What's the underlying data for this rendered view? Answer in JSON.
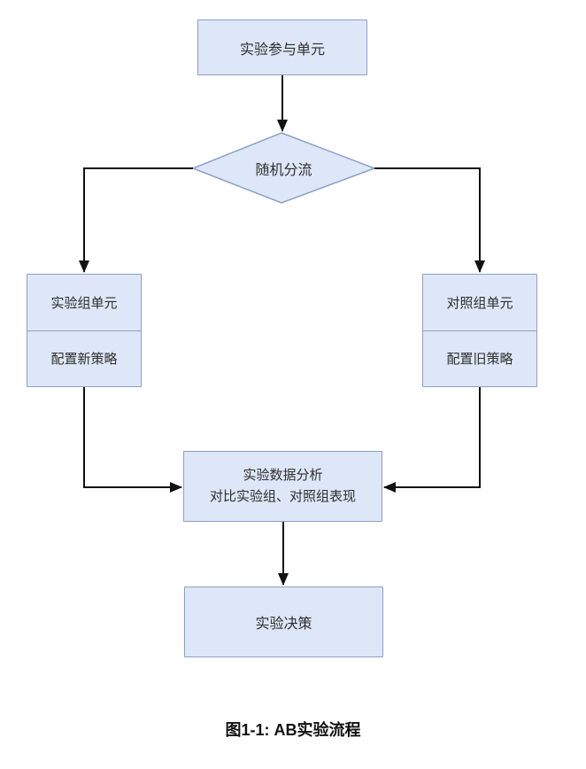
{
  "diagram": {
    "caption": "图1-1: AB实验流程",
    "nodes": {
      "participants": {
        "label": "实验参与单元"
      },
      "split": {
        "label": "随机分流"
      },
      "treatment": {
        "title": "实验组单元",
        "subtitle": "配置新策略"
      },
      "control": {
        "title": "对照组单元",
        "subtitle": "配置旧策略"
      },
      "analysis": {
        "line1": "实验数据分析",
        "line2": "对比实验组、对照组表现"
      },
      "decision": {
        "label": "实验决策"
      }
    },
    "colors": {
      "node_fill": "#dde7f7",
      "node_border": "#8d9fc7",
      "connector": "#111111",
      "text": "#2f2f2f",
      "caption": "#111111"
    }
  }
}
